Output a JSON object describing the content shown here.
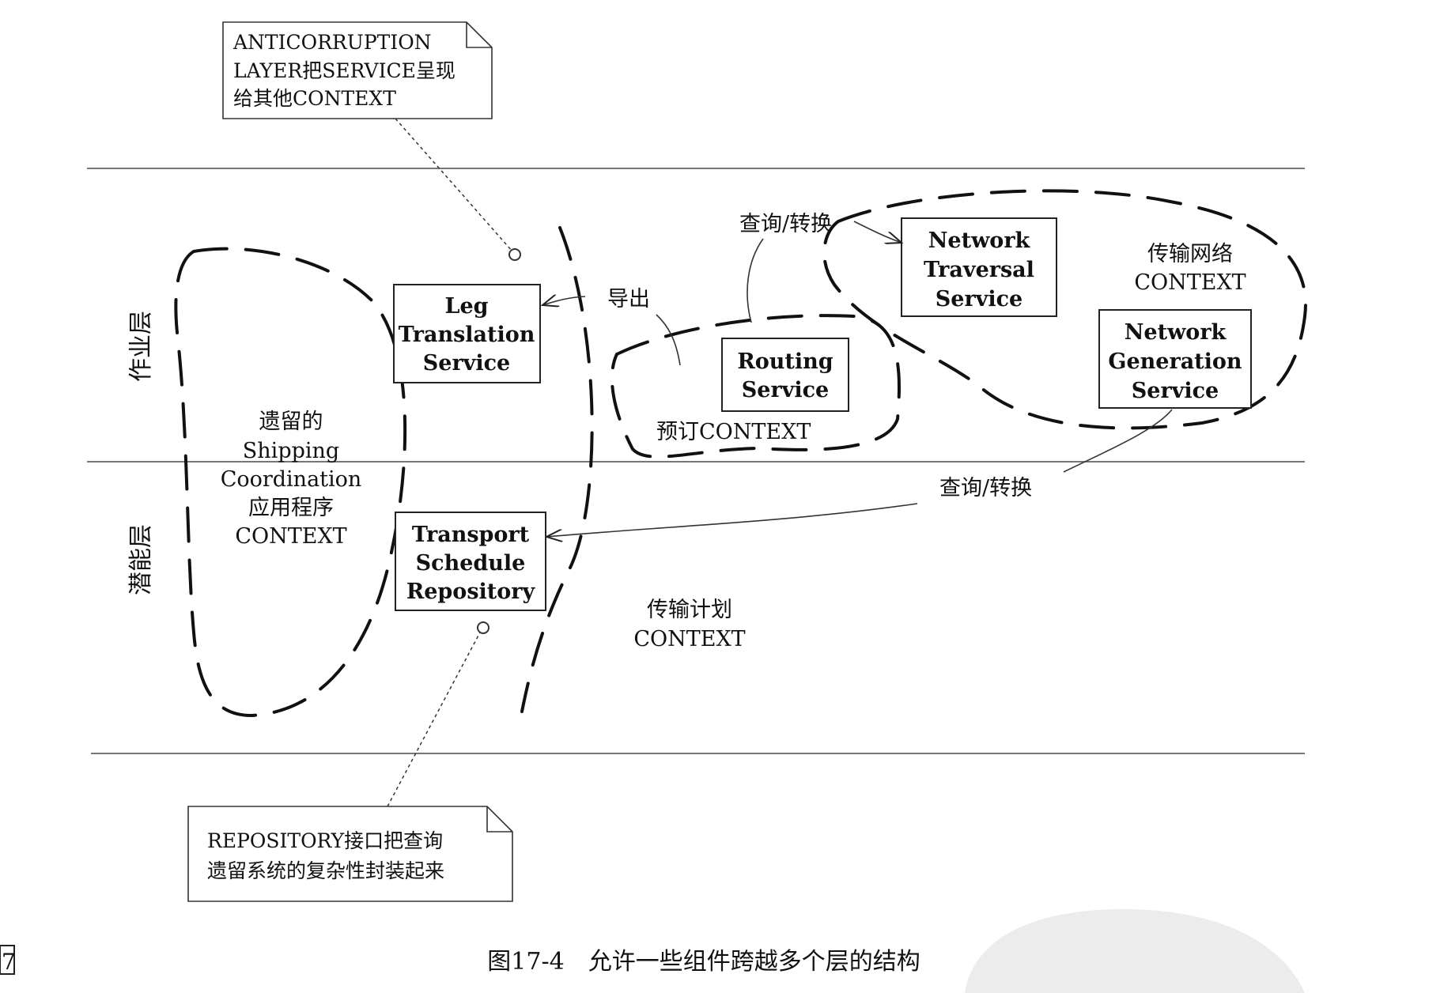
{
  "services": {
    "leg_translation": [
      "Leg",
      "Translation",
      "Service"
    ],
    "routing": [
      "Routing",
      "Service"
    ],
    "network_traversal": [
      "Network",
      "Traversal",
      "Service"
    ],
    "network_generation": [
      "Network",
      "Generation",
      "Service"
    ],
    "transport_schedule": [
      "Transport",
      "Schedule",
      "Repository"
    ]
  },
  "layers": {
    "operations": "作业层",
    "potential": "潜能层"
  },
  "contexts": {
    "legacy": [
      "遗留的",
      "Shipping",
      "Coordination",
      "应用程序",
      "CONTEXT"
    ],
    "booking": "预订CONTEXT",
    "network": [
      "传输网络",
      "CONTEXT"
    ],
    "planning": [
      "传输计划",
      "CONTEXT"
    ]
  },
  "arrows": {
    "export": "导出",
    "query_top": "查询/转换",
    "query_bottom": "查询/转换"
  },
  "notes": {
    "anticorruption": [
      "ANTICORRUPTION",
      "LAYER把SERVICE呈现",
      "给其他CONTEXT"
    ],
    "repository": [
      "REPOSITORY接口把查询",
      "遗留系统的复杂性封装起来"
    ]
  },
  "caption": "图17-4　允许一些组件跨越多个层的结构",
  "page_marker": "7"
}
